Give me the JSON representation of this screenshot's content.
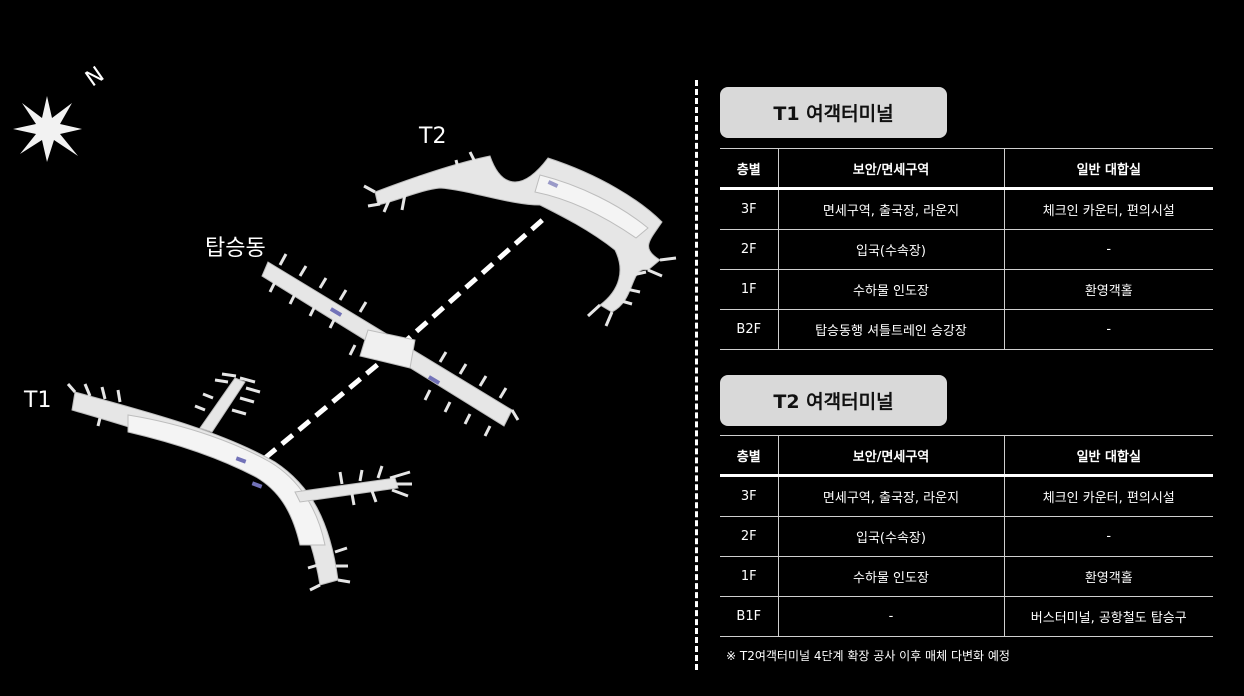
{
  "map": {
    "compass_letter": "N",
    "labels": {
      "t1": "T1",
      "t2": "T2",
      "concourse": "탑승동"
    }
  },
  "columns": [
    "층별",
    "보안/면세구역",
    "일반 대합실"
  ],
  "t1": {
    "title": "T1 여객터미널",
    "rows": [
      [
        "3F",
        "면세구역, 출국장, 라운지",
        "체크인 카운터, 편의시설"
      ],
      [
        "2F",
        "입국(수속장)",
        "-"
      ],
      [
        "1F",
        "수하물 인도장",
        "환영객홀"
      ],
      [
        "B2F",
        "탑승동행 셔틀트레인 승강장",
        "-"
      ]
    ]
  },
  "t2": {
    "title": "T2 여객터미널",
    "rows": [
      [
        "3F",
        "면세구역, 출국장, 라운지",
        "체크인 카운터, 편의시설"
      ],
      [
        "2F",
        "입국(수속장)",
        "-"
      ],
      [
        "1F",
        "수하물 인도장",
        "환영객홀"
      ],
      [
        "B1F",
        "-",
        "버스터미널, 공항철도 탑승구"
      ]
    ]
  },
  "footnote": "※ T2여객터미널 4단계 확장 공사 이후 매체 다변화 예정"
}
